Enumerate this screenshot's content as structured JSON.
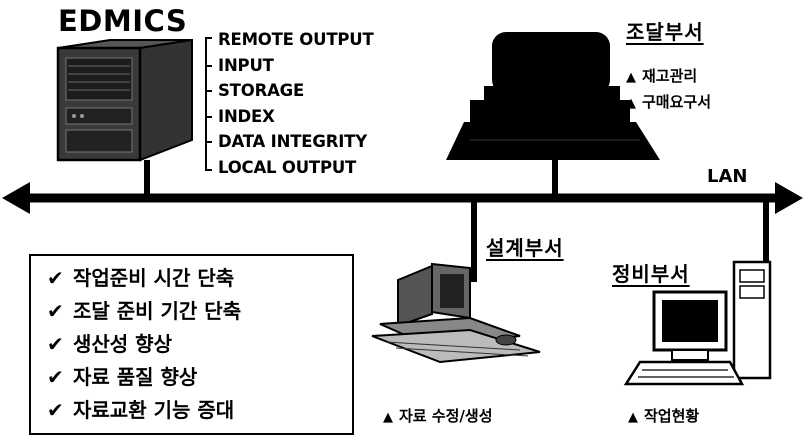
{
  "edmics": {
    "title": "EDMICS",
    "functions": [
      "REMOTE OUTPUT",
      "INPUT",
      "STORAGE",
      "INDEX",
      "DATA INTEGRITY",
      "LOCAL OUTPUT"
    ]
  },
  "network": {
    "label": "LAN"
  },
  "procurement": {
    "title": "조달부서",
    "tasks": [
      "재고관리",
      "구매요구서"
    ]
  },
  "design": {
    "title": "설계부서",
    "task": "자료 수정/생성"
  },
  "maintenance": {
    "title": "정비부서",
    "task": "작업현황"
  },
  "benefits": [
    "작업준비 시간 단축",
    "조달 준비 기간 단축",
    "생산성 향상",
    "자료 품질 향상",
    "자료교환 기능 증대"
  ],
  "icons": {
    "bullet": "triangle-up-icon",
    "check": "check-icon"
  }
}
